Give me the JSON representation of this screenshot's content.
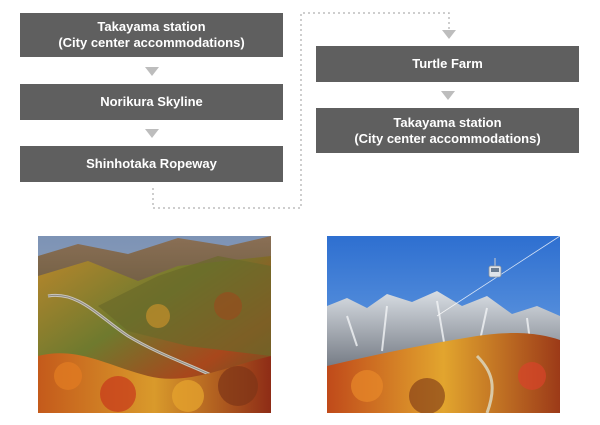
{
  "route": {
    "left_column": [
      {
        "line1": "Takayama station",
        "line2": "(City center accommodations)"
      },
      {
        "line1": "Norikura Skyline"
      },
      {
        "line1": "Shinhotaka Ropeway"
      }
    ],
    "right_column": [
      {
        "line1": "Turtle Farm"
      },
      {
        "line1": "Takayama station",
        "line2": "(City center accommodations)"
      }
    ]
  },
  "photos": {
    "left": {
      "subject": "autumn-mountain-road-photo"
    },
    "right": {
      "subject": "ropeway-gondola-over-snowy-peaks-photo"
    }
  },
  "colors": {
    "box": "#5f5f5f",
    "arrow": "#bdbdbd",
    "connector": "#bdbdbd",
    "text": "#ffffff"
  }
}
